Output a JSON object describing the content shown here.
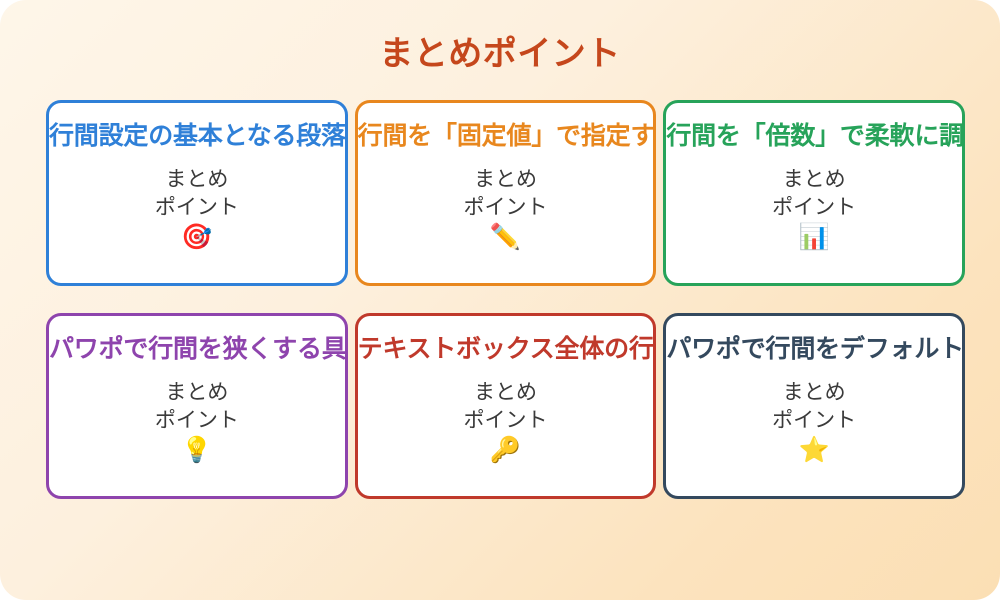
{
  "poster": {
    "title": "まとめポイント",
    "title_color": "#c5471c",
    "background_from": "#fef6e9",
    "background_to": "#fbdfb4"
  },
  "cards": [
    {
      "title": "行間設定の基本となる段落",
      "body": "まとめ\nポイント",
      "icon": "🎯",
      "icon_name": "target-icon",
      "accent": "#2f80d8"
    },
    {
      "title": "行間を「固定値」で指定す",
      "body": "まとめ\nポイント",
      "icon": "✏️",
      "icon_name": "pencil-icon",
      "accent": "#e8871e"
    },
    {
      "title": "行間を「倍数」で柔軟に調",
      "body": "まとめ\nポイント",
      "icon": "📊",
      "icon_name": "bar-chart-icon",
      "accent": "#27a35a"
    },
    {
      "title": "パワポで行間を狭くする具",
      "body": "まとめ\nポイント",
      "icon": "💡",
      "icon_name": "lightbulb-icon",
      "accent": "#8e44ad"
    },
    {
      "title": "テキストボックス全体の行",
      "body": "まとめ\nポイント",
      "icon": "🔑",
      "icon_name": "key-icon",
      "accent": "#c0392b"
    },
    {
      "title": "パワポで行間をデフォルト",
      "body": "まとめ\nポイント",
      "icon": "⭐",
      "icon_name": "star-icon",
      "accent": "#34495e"
    }
  ]
}
